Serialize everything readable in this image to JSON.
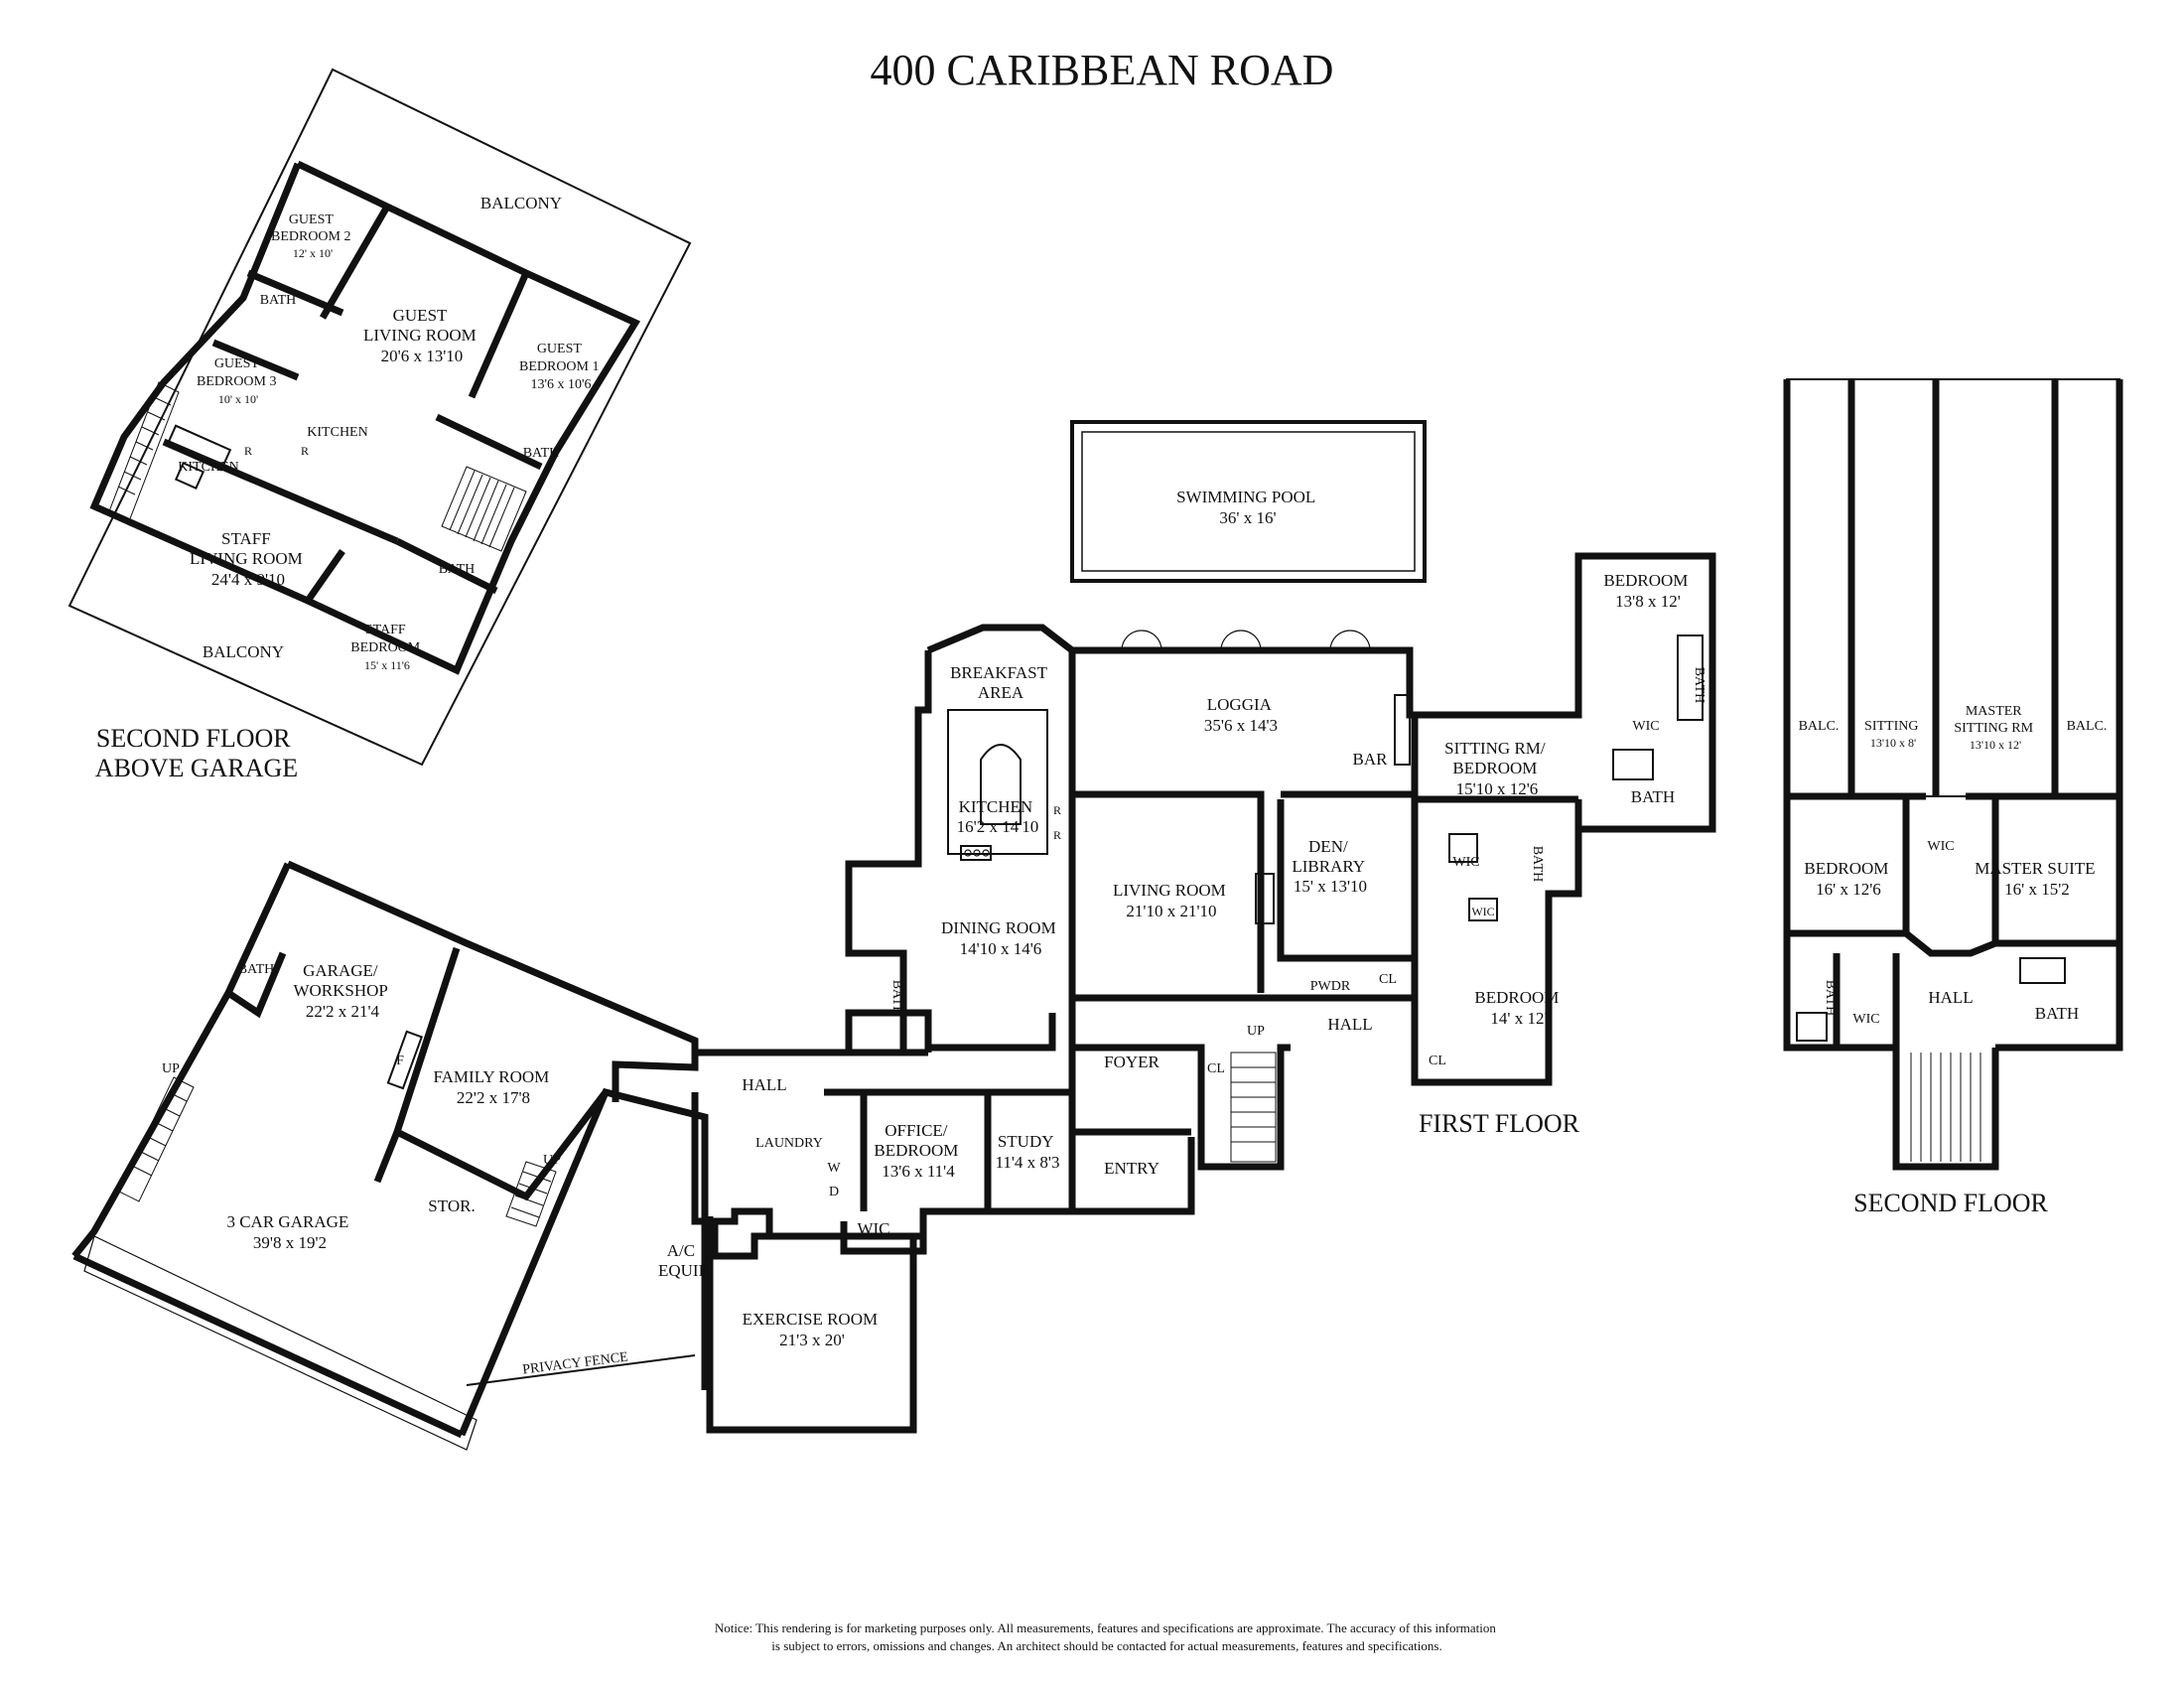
{
  "title": "400 CARIBBEAN ROAD",
  "captions": {
    "above_garage": [
      "SECOND FLOOR",
      "ABOVE GARAGE"
    ],
    "first_floor": "FIRST FLOOR",
    "second_floor": "SECOND FLOOR"
  },
  "above_garage": {
    "balcony_top": "BALCONY",
    "balcony_bottom": "BALCONY",
    "guest_bedroom_2": [
      "GUEST",
      "BEDROOM 2",
      "12' x 10'"
    ],
    "bath_a": "BATH",
    "guest_living_room": [
      "GUEST",
      "LIVING ROOM",
      "20'6 x 13'10"
    ],
    "guest_bedroom_1": [
      "GUEST",
      "BEDROOM 1",
      "13'6 x 10'6"
    ],
    "guest_bedroom_3": [
      "GUEST",
      "BEDROOM 3",
      "10' x 10'"
    ],
    "kitchen_a": "KITCHEN",
    "kitchen_b": "KITCHEN",
    "bath_b": "BATH",
    "bath_c": "BATH",
    "staff_living_room": [
      "STAFF",
      "LIVING ROOM",
      "24'4 x 9'10"
    ],
    "staff_bedroom": [
      "STAFF",
      "BEDROOM",
      "15' x 11'6"
    ],
    "fridge_labels": [
      "R",
      "R"
    ]
  },
  "garage": {
    "bath": "BATH",
    "up_a": "UP",
    "workshop": [
      "GARAGE/",
      "WORKSHOP",
      "22'2 x 21'4"
    ],
    "family_room": [
      "FAMILY ROOM",
      "22'2 x 17'8"
    ],
    "fireplace": "F",
    "up_b": "UP",
    "storage": "STOR.",
    "three_car": [
      "3 CAR GARAGE",
      "39'8 x 19'2"
    ],
    "ac": [
      "A/C",
      "EQUIP"
    ],
    "privacy_fence": "PRIVACY FENCE"
  },
  "first_floor": {
    "pool": [
      "SWIMMING POOL",
      "36' x 16'"
    ],
    "breakfast": [
      "BREAKFAST",
      "AREA"
    ],
    "kitchen": [
      "KITCHEN",
      "16'2 x 14'10"
    ],
    "loggia": [
      "LOGGIA",
      "35'6 x 14'3"
    ],
    "bar": "BAR",
    "dining": [
      "DINING ROOM",
      "14'10 x 14'6"
    ],
    "living": [
      "LIVING ROOM",
      "21'10 x 21'10"
    ],
    "den": [
      "DEN/",
      "LIBRARY",
      "15' x 13'10"
    ],
    "pwdr": "PWDR",
    "cl_a": "CL",
    "hall_a": "HALL",
    "up": "UP",
    "cl_b": "CL",
    "foyer": "FOYER",
    "entry": "ENTRY",
    "hall_b": "HALL",
    "bath_small": "BATH",
    "laundry": "LAUNDRY",
    "washer": "W",
    "dryer": "D",
    "office": [
      "OFFICE/",
      "BEDROOM",
      "13'6 x 11'4"
    ],
    "study": [
      "STUDY",
      "11'4 x 8'3"
    ],
    "wic_office": "WIC",
    "exercise": [
      "EXERCISE ROOM",
      "21'3 x 20'"
    ],
    "sitting_bedroom": [
      "SITTING RM/",
      "BEDROOM",
      "15'10 x 12'6"
    ],
    "bedroom_top": [
      "BEDROOM",
      "13'8 x 12'"
    ],
    "wic_a": "WIC",
    "bath_a": "BATH",
    "bath_b": "BATH",
    "wic_b": "WIC",
    "wic_c": "WIC",
    "bath_c": "BATH",
    "bedroom_bottom": [
      "BEDROOM",
      "14' x 12'"
    ],
    "cl_c": "CL",
    "fridge_labels": [
      "R",
      "R"
    ]
  },
  "second_floor": {
    "balc_left": "BALC.",
    "sitting": [
      "SITTING",
      "13'10 x 8'"
    ],
    "master_sitting": [
      "MASTER",
      "SITTING RM",
      "13'10 x 12'"
    ],
    "balc_right": "BALC.",
    "bedroom": [
      "BEDROOM",
      "16' x 12'6"
    ],
    "wic_top": "WIC",
    "master_suite": [
      "MASTER SUITE",
      "16' x 15'2"
    ],
    "hall": "HALL",
    "bath_left": "BATH",
    "wic_bottom": "WIC",
    "bath_right": "BATH"
  },
  "notice": [
    "Notice: This rendering is for marketing purposes only.  All measurements, features and specifications are approximate. The accuracy of this information",
    "is subject to errors, omissions and changes.  An architect should be contacted for actual measurements, features and specifications."
  ]
}
